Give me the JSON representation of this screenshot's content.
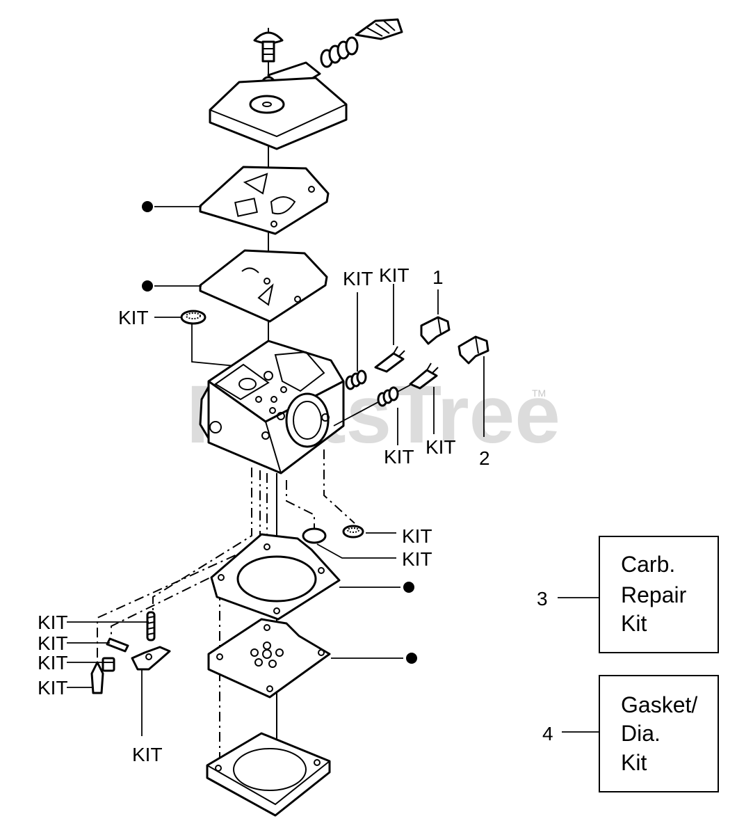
{
  "watermark": {
    "text": "PartsTree",
    "trademark": "TM"
  },
  "labels": {
    "kit_gasket_screen": "KIT",
    "kit_spring_a": "KIT",
    "kit_needle_a": "KIT",
    "ref_1": "1",
    "kit_spring_b": "KIT",
    "kit_needle_b": "KIT",
    "ref_2": "2",
    "kit_screen_right": "KIT",
    "kit_plug_right": "KIT",
    "kit_left_1": "KIT",
    "kit_left_2": "KIT",
    "kit_left_3": "KIT",
    "kit_left_4": "KIT",
    "kit_lever": "KIT"
  },
  "kits": [
    {
      "ref": "3",
      "lines": [
        "Carb.",
        "Repair",
        "Kit"
      ]
    },
    {
      "ref": "4",
      "lines": [
        "Gasket/",
        "Dia.",
        "Kit"
      ]
    }
  ]
}
